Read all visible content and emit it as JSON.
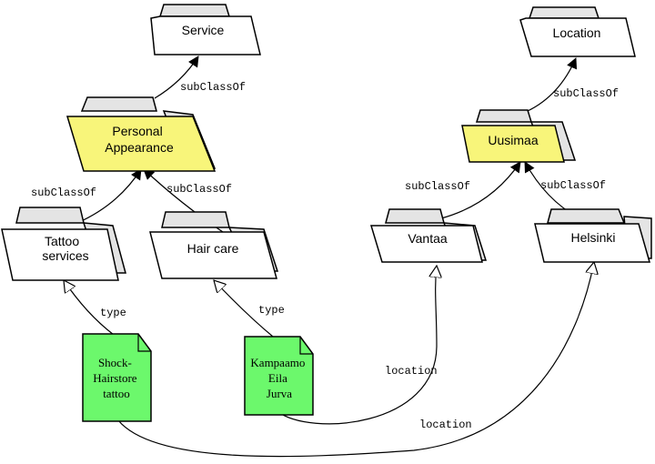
{
  "colors": {
    "highlight_folder": "#f8f57a",
    "folder_tab": "#e4e4e4",
    "instance_fill": "#6cf86c",
    "folder_body": "#ffffff"
  },
  "classes": {
    "service": "Service",
    "location": "Location",
    "personal_appearance": [
      "Personal",
      "Appearance"
    ],
    "uusimaa": "Uusimaa",
    "tattoo_services": [
      "Tattoo",
      "services"
    ],
    "hair_care": "Hair care",
    "vantaa": "Vantaa",
    "helsinki": "Helsinki"
  },
  "instances": {
    "shock_hairstore": [
      "Shock-",
      "Hairstore",
      "tattoo"
    ],
    "kampaamo": [
      "Kampaamo",
      "Eila",
      "Jurva"
    ]
  },
  "edge_labels": {
    "pa_service": "subClassOf",
    "uus_location": "subClassOf",
    "tattoo_pa": "subClassOf",
    "hair_pa": "subClassOf",
    "vantaa_uus": "subClassOf",
    "helsinki_uus": "subClassOf",
    "shock_type": "type",
    "kampaamo_type": "type",
    "kampaamo_location": "location",
    "shock_location": "location"
  }
}
